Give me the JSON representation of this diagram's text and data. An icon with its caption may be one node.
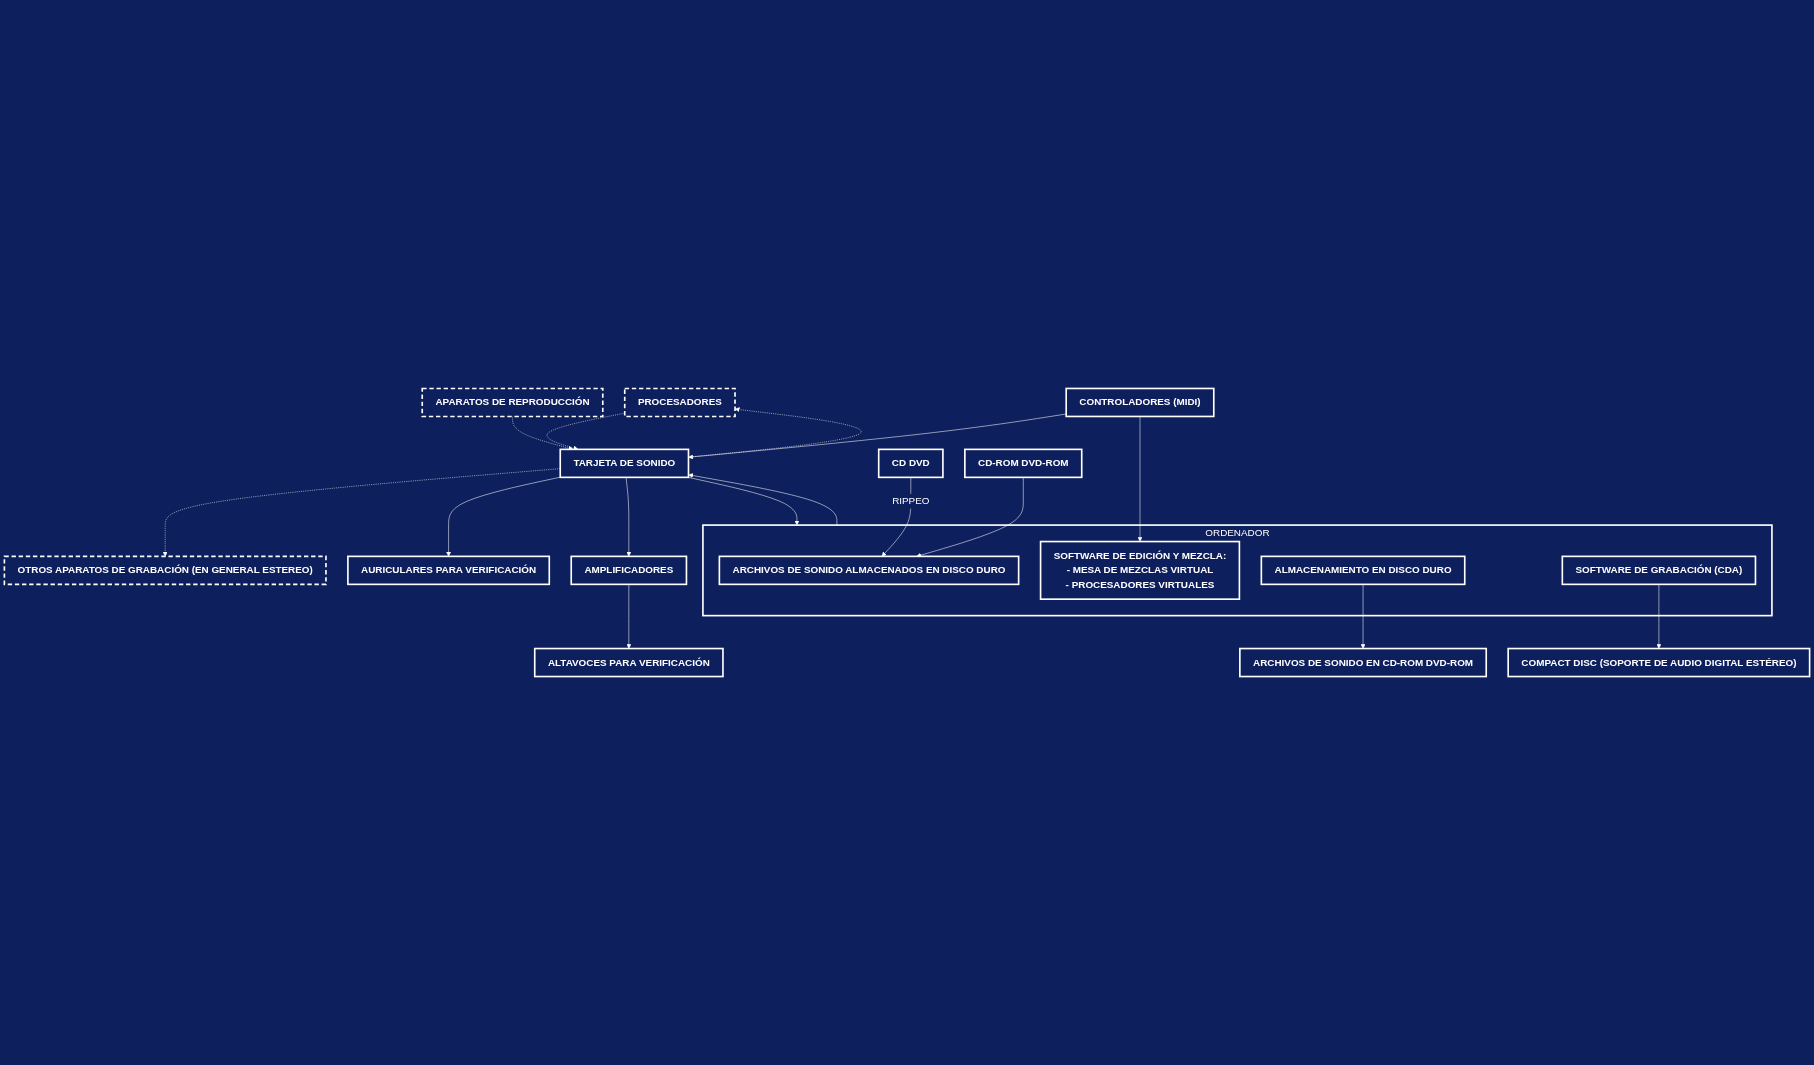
{
  "diagram": {
    "nodes": [
      {
        "text": [
          "PROCESADORES"
        ]
      },
      {
        "text": [
          "OTROS APARATOS DE GRABACIÓN (EN GENERAL ESTEREO)"
        ]
      },
      {
        "text": [
          "APARATOS DE REPRODUCCIÓN"
        ]
      },
      {
        "text": [
          "TARJETA DE SONIDO"
        ]
      },
      {
        "text": [
          "AURICULARES PARA VERIFICACIÓN"
        ]
      },
      {
        "text": [
          "AMPLIFICADORES"
        ]
      },
      {
        "text": [
          "ALTAVOCES PARA VERIFICACIÓN"
        ]
      },
      {
        "text": [
          "CD DVD"
        ]
      },
      {
        "text": [
          "ORDENADOR"
        ]
      },
      {
        "text": [
          "ARCHIVOS DE SONIDO ALMACENADOS EN DISCO DURO"
        ],
        "in": 8
      },
      {
        "text": [
          "SOFTWARE DE EDICIÓN Y MEZCLA:",
          "- MESA DE MEZCLAS VIRTUAL",
          "- PROCESADORES VIRTUALES"
        ],
        "in": 8
      },
      {
        "text": [
          "ALMACENAMIENTO EN DISCO DURO"
        ],
        "in": 8
      },
      {
        "text": [
          "SOFTWARE DE GRABACIÓN (CDA)"
        ],
        "in": 8
      },
      {
        "text": [
          "CD-ROM DVD-ROM"
        ]
      },
      {
        "text": [
          "CONTROLADORES (MIDI)"
        ]
      },
      {
        "text": [
          "ARCHIVOS DE SONIDO EN CD-ROM DVD-ROM"
        ]
      },
      {
        "text": [
          "COMPACT DISC (SOPORTE DE AUDIO DIGITAL ESTÉREO)"
        ]
      }
    ],
    "edges": [
      {
        "from": 0,
        "to": 3,
        "arrow": "to",
        "style": "dashed"
      },
      {
        "from": 3,
        "to": 0,
        "arrow": "to",
        "style": "dashed"
      },
      {
        "from": 2,
        "to": 3,
        "arrow": "to",
        "style": "dashed"
      },
      {
        "from": 3,
        "to": 1,
        "arrow": "to",
        "style": "dashed"
      },
      {
        "from": 3,
        "to": 4,
        "arrow": "to"
      },
      {
        "from": 3,
        "to": 5,
        "arrow": "to"
      },
      {
        "from": 5,
        "to": 6,
        "arrow": "to"
      },
      {
        "from": 3,
        "to": 8,
        "arrow": "to"
      },
      {
        "from": 8,
        "to": 3,
        "arrow": "to"
      },
      {
        "from": 7,
        "to": 9,
        "arrow": "to",
        "label": "RIPPEO"
      },
      {
        "from": 13,
        "to": 9,
        "arrow": "to"
      },
      {
        "from": 14,
        "to": 3,
        "arrow": "to"
      },
      {
        "from": 14,
        "to": 10,
        "arrow": "to"
      },
      {
        "from": 11,
        "to": 15,
        "arrow": "to"
      },
      {
        "from": 12,
        "to": 16,
        "arrow": "to"
      }
    ]
  }
}
